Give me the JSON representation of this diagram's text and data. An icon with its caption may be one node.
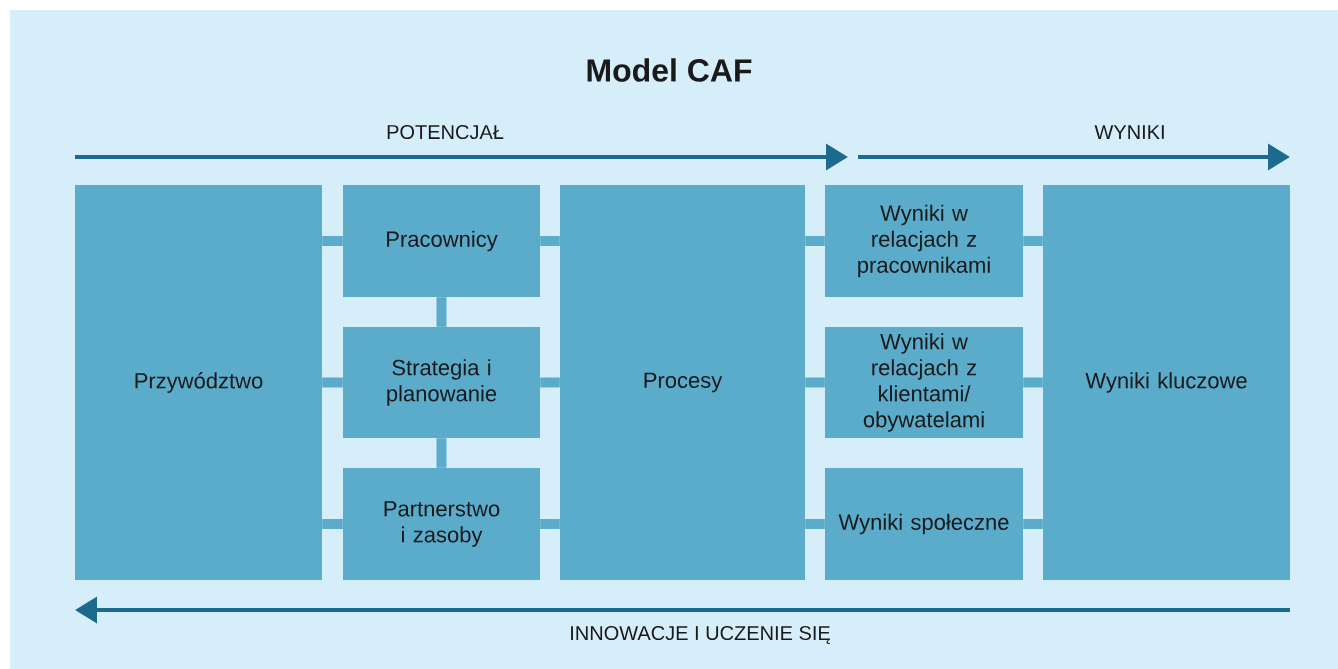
{
  "diagram": {
    "title": "Model CAF",
    "nodes": [
      {
        "text": [
          "Przywództwo"
        ]
      },
      {
        "text": [
          "Pracownicy"
        ]
      },
      {
        "text": [
          "Strategia i planowanie"
        ]
      },
      {
        "text": [
          "Partnerstwo i zasoby"
        ]
      },
      {
        "text": [
          "Procesy"
        ]
      },
      {
        "text": [
          "Wyniki w relacjach z pracownikami"
        ]
      },
      {
        "text": [
          "Wyniki w relacjach z klientami/ obywatelami"
        ]
      },
      {
        "text": [
          "Wyniki społeczne"
        ]
      },
      {
        "text": [
          "Wyniki kluczowe"
        ]
      }
    ],
    "edges": [
      {
        "from": 0,
        "to": 1,
        "arrow": "none"
      },
      {
        "from": 0,
        "to": 2,
        "arrow": "none"
      },
      {
        "from": 0,
        "to": 3,
        "arrow": "none"
      },
      {
        "from": 1,
        "to": 2,
        "arrow": "none"
      },
      {
        "from": 2,
        "to": 3,
        "arrow": "none"
      },
      {
        "from": 1,
        "to": 4,
        "arrow": "none"
      },
      {
        "from": 2,
        "to": 4,
        "arrow": "none"
      },
      {
        "from": 3,
        "to": 4,
        "arrow": "none"
      },
      {
        "from": 4,
        "to": 5,
        "arrow": "none"
      },
      {
        "from": 4,
        "to": 6,
        "arrow": "none"
      },
      {
        "from": 4,
        "to": 7,
        "arrow": "none"
      },
      {
        "from": 5,
        "to": 8,
        "arrow": "none"
      },
      {
        "from": 6,
        "to": 8,
        "arrow": "none"
      },
      {
        "from": 7,
        "to": 8,
        "arrow": "none"
      }
    ],
    "labels": [
      "POTENCJAŁ",
      "WYNIKI",
      "INNOWACJE I UCZENIE SIĘ"
    ]
  }
}
